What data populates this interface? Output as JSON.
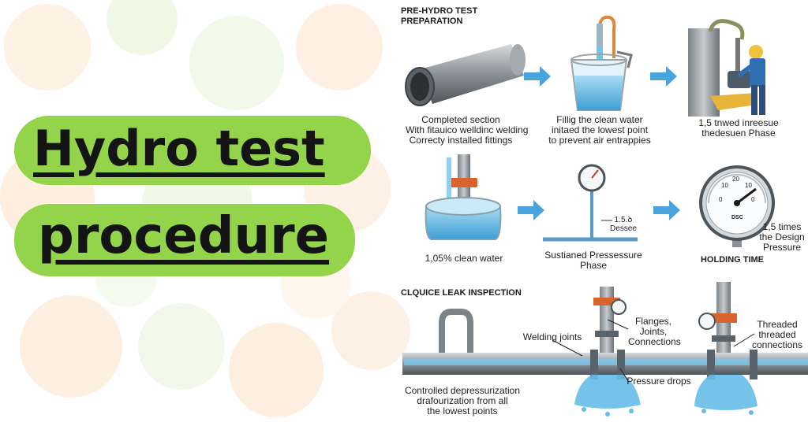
{
  "title": {
    "line1": "Hydro test",
    "line2": "procedure"
  },
  "sections": {
    "preparation": "PRE-HYDRO TEST\nPREPARATION",
    "leak_inspection": "CLQUICE LEAK INSPECTION"
  },
  "steps": {
    "completed_section": "Completed section\nWith fitauico welldinc welding\nCorrecty installed fittings",
    "filling": "Fillig the clean water\ninitaed the lowest point\nto prevent air entrappies",
    "pressure_phase": "1,5 tnwed inreesue\nthedesuen Phase",
    "clean_water": "1,05% clean water",
    "sustained": "Sustianed Pressessure\nPhase",
    "gauge_note": "1.5.ꝺ\nDessee",
    "holding_time": "HOLDING TIME",
    "design_pressure": "1,5 times\nthe Design\nPressure",
    "depressurization": "Controlled depressurization\ndrafourization from all\nthe lowest points"
  },
  "callouts": {
    "welding_joints": "Welding joints",
    "flanges": "Flanges,\nJoints,\nConnections",
    "pressure_drops": "Pressure drops",
    "threaded": "Threaded\nthreaded\nconnections"
  },
  "gauge_dial": {
    "ticks": [
      "0",
      "10",
      "20",
      "10",
      "0"
    ],
    "unit": "DSC"
  },
  "colors": {
    "pill_green": "#93d44b",
    "arrow_blue": "#4aa3dc",
    "water_blue": "#6ec3ea",
    "flange_orange": "#d9632c",
    "pipe_gray": "#8a9198"
  }
}
